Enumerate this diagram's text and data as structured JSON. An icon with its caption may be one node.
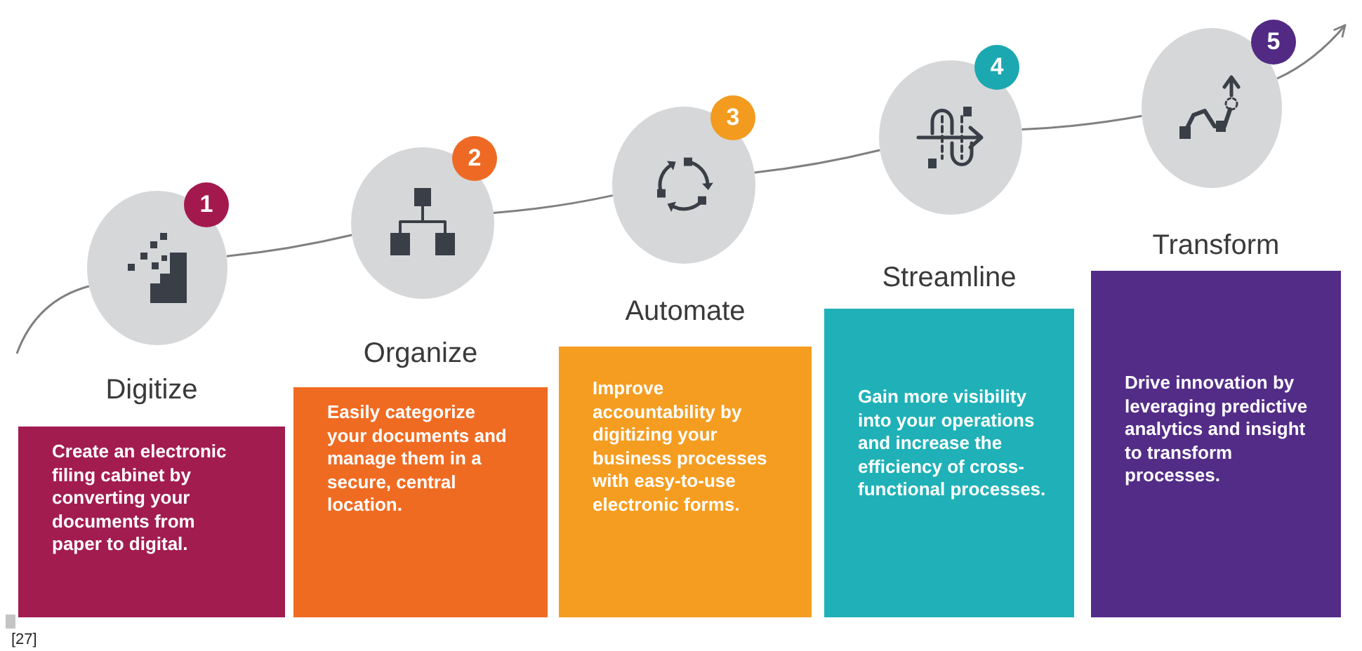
{
  "diagram": {
    "nodes": [
      {
        "text": [],
        "shape": "circle"
      },
      {
        "text": [
          "1"
        ]
      },
      {
        "text": [
          "Digitize",
          "Create an electronic filing cabinet by converting your documents from paper to digital."
        ]
      },
      {
        "text": [],
        "shape": "circle"
      },
      {
        "text": [
          "2"
        ]
      },
      {
        "text": [
          "Organize",
          "Easily categorize your documents and manage them in a secure, central location."
        ]
      },
      {
        "text": [],
        "shape": "circle"
      },
      {
        "text": [
          "3"
        ]
      },
      {
        "text": [
          "Automate",
          "Improve accountability by digitizing your business processes with easy-to-use electronic forms."
        ]
      },
      {
        "text": [],
        "shape": "circle"
      },
      {
        "text": [
          "4"
        ]
      },
      {
        "text": [
          "Streamline",
          "Gain more visibility into your operations and increase the efficiency of cross-functional processes."
        ]
      },
      {
        "text": [],
        "shape": "circle"
      },
      {
        "text": [
          "5"
        ]
      },
      {
        "text": [
          "Transform",
          "Drive innovation by leveraging predictive analytics and insight to transform processes."
        ]
      }
    ],
    "edges": [
      {
        "from": null,
        "to": 0,
        "arrow": "none"
      },
      {
        "from": 0,
        "to": 3,
        "arrow": "none"
      },
      {
        "from": 3,
        "to": 6,
        "arrow": "none"
      },
      {
        "from": 6,
        "to": 9,
        "arrow": "none"
      },
      {
        "from": 9,
        "to": 12,
        "arrow": "none"
      },
      {
        "from": 12,
        "to": null,
        "arrow": "to"
      }
    ],
    "labels": [
      "[27]"
    ]
  }
}
